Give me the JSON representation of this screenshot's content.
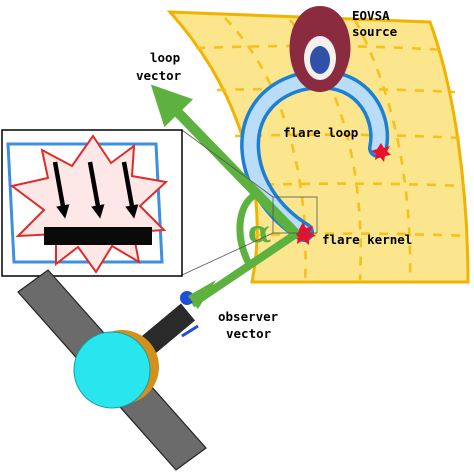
{
  "labels": {
    "eovsa_line1": "EOVSA",
    "eovsa_line2": "source",
    "loop_line1": "loop",
    "loop_line2": "vector",
    "flare_loop": "flare loop",
    "flare_kernel": "flare kernel",
    "observer_line1": "observer",
    "observer_line2": "vector",
    "angle_symbol": "α"
  },
  "colors": {
    "surface_fill": "#fbe58d",
    "surface_stroke": "#f0b400",
    "grid_dash": "#f4c21a",
    "loop_outer": "#1c7fd6",
    "loop_inner": "#b9dcf7",
    "source_outer": "#8b2b3f",
    "source_mid": "#f6f0f0",
    "source_core": "#2f51a8",
    "kernel_red": "#e8112d",
    "vector_green": "#5cb13f",
    "inset_frame": "#000000",
    "inset_panel": "#3d8fe0",
    "star_fill": "#fde7e7",
    "star_stroke": "#e02b2b",
    "detector_bar": "#0a0a0a",
    "satellite_body": "#29e5ee",
    "satellite_rim": "#d3901c",
    "solar_panel": "#6b6b6b",
    "telescope": "#2a2a2a",
    "aperture": "#1f4fd6"
  },
  "icons": {
    "solar_surface": "curved-surface-grid",
    "eovsa_source": "radio-source-blob-icon",
    "flare_kernel": "red-star-burst-icon",
    "satellite": "satellite-icon",
    "detector": "detector-inset-icon"
  }
}
